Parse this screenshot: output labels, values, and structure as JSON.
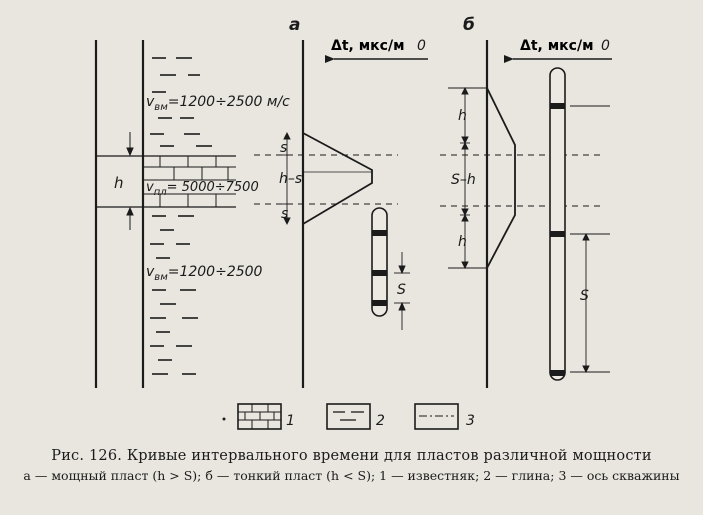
{
  "figure": {
    "panel_a_letter": "а",
    "panel_b_letter": "б",
    "axis_label": "Δt, мкс/м",
    "axis_zero": "0",
    "v_top": "v",
    "v_top_sub": "вм",
    "v_top_value": "=1200÷2500 м/с",
    "v_mid": "v",
    "v_mid_sub": "пл",
    "v_mid_value": "= 5000÷7500",
    "v_bot": "v",
    "v_bot_sub": "вм",
    "v_bot_value": "=1200÷2500",
    "label_h_left": "h",
    "a_label_s_top": "s",
    "a_label_hs": "h–s",
    "a_label_s_bottom": "s",
    "a_label_s_probe": "S",
    "b_label_h_top": "h",
    "b_label_sh": "S–h",
    "b_label_h_bottom": "h",
    "b_label_s_probe": "S",
    "legend": [
      {
        "num": "1",
        "kind": "limestone"
      },
      {
        "num": "2",
        "kind": "clay"
      },
      {
        "num": "3",
        "kind": "borehole-axis"
      }
    ]
  },
  "caption": {
    "line1": "Рис. 126. Кривые интервального времени для пластов различной мощности",
    "line2": "а — мощный пласт (h > S); б — тонкий пласт (h < S); 1 — известняк; 2 — глина; 3 — ось скважины"
  }
}
